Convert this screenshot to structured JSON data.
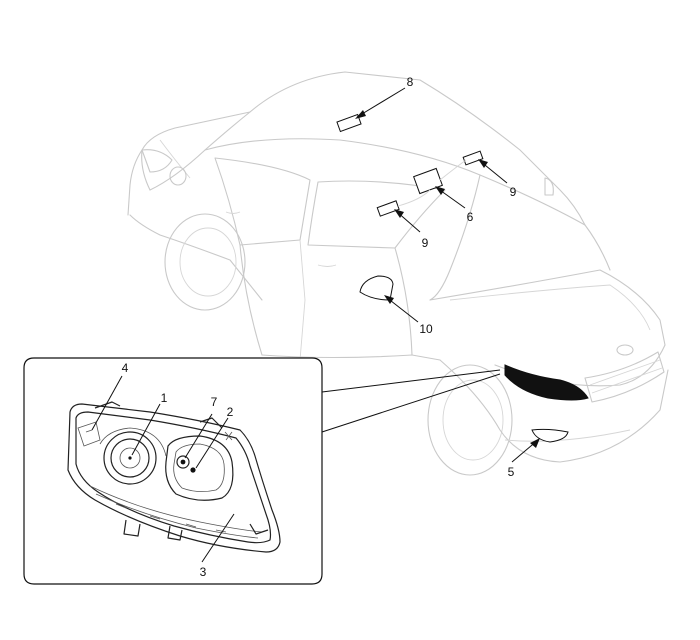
{
  "callouts": {
    "c1": "1",
    "c2": "2",
    "c3": "3",
    "c4": "4",
    "c5": "5",
    "c6": "6",
    "c7": "7",
    "c8": "8",
    "c9a": "9",
    "c9b": "9",
    "c10": "10"
  },
  "colors": {
    "line_art": "#c9c9c9",
    "callout_ink": "#111111",
    "background": "#ffffff"
  }
}
